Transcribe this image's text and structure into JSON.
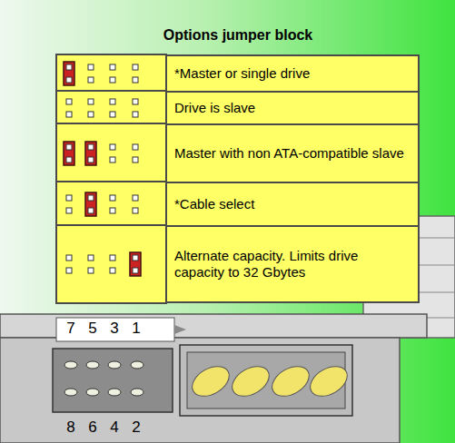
{
  "diagram": {
    "title": "Options jumper block",
    "nodes": [
      {
        "text": [
          "*Master or single drive"
        ]
      },
      {
        "text": [
          "Drive is slave"
        ]
      },
      {
        "text": [
          "Master with non ATA-compatible slave"
        ]
      },
      {
        "text": [
          "*Cable select"
        ]
      },
      {
        "text": [
          "Alternate capacity. Limits drive capacity to 32 Gbytes"
        ]
      }
    ],
    "labels": [
      "7",
      "5",
      "3",
      "1",
      "8",
      "6",
      "4",
      "2"
    ]
  }
}
